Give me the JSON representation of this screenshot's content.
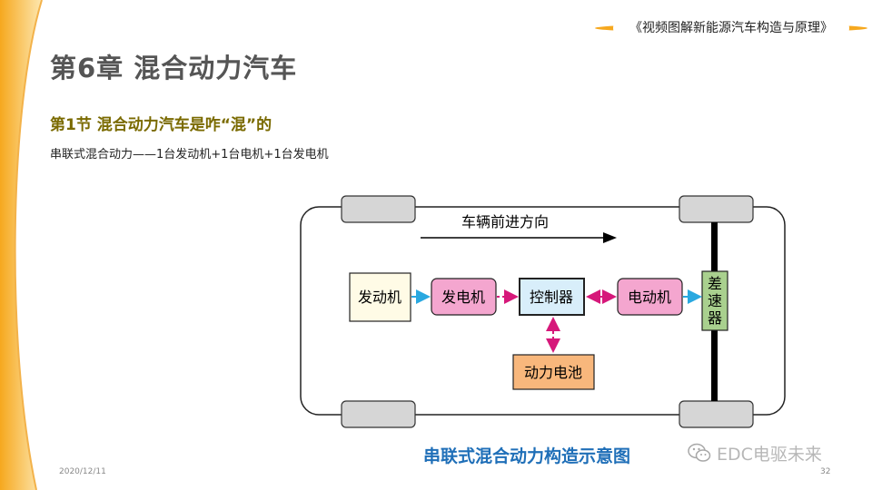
{
  "header": {
    "book_title": "《视频图解新能源汽车构造与原理》"
  },
  "chapter_title": "第6章  混合动力汽车",
  "section_title": "第1节   混合动力汽车是咋“混”的",
  "subtitle": "串联式混合动力——1台发动机+1台电机+1台发电机",
  "diagram": {
    "direction_label": "车辆前进方向",
    "blocks": {
      "engine": "发动机",
      "generator": "发电机",
      "controller": "控制器",
      "motor": "电动机",
      "differential": "差速器",
      "battery": "动力电池"
    },
    "colors": {
      "engine_fill": "#fffbe6",
      "generator_fill": "#f4a6cf",
      "controller_fill": "#d8eefa",
      "motor_fill": "#f4a6cf",
      "differential_fill": "#a9d08e",
      "battery_fill": "#f8b77c",
      "flow_arrow": "#29a8e0",
      "energy_arrow": "#d6187a"
    }
  },
  "caption": "串联式混合动力构造示意图",
  "watermark": "EDC电驱未来",
  "footer": {
    "date": "2020/12/11",
    "page": "32"
  }
}
